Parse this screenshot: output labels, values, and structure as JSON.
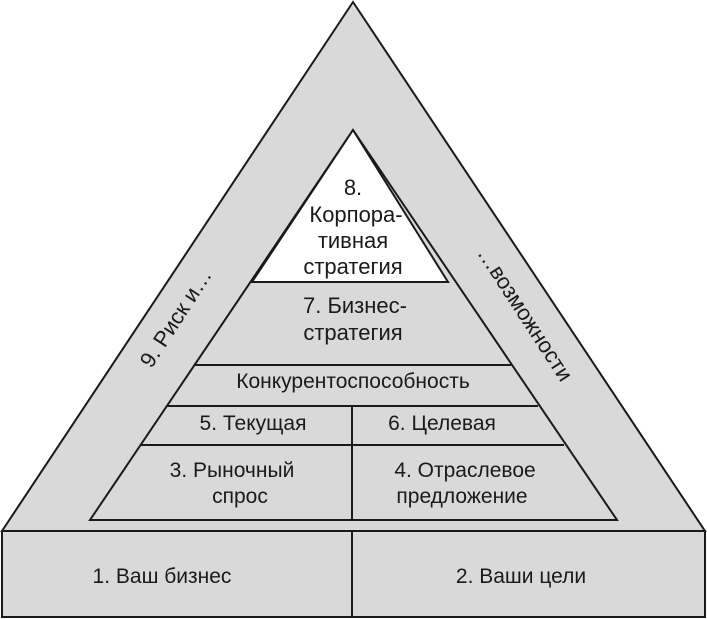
{
  "colors": {
    "fill_gray": "#d9d9d9",
    "fill_white": "#ffffff",
    "stroke": "#1a1a1a",
    "text": "#1a1a1a"
  },
  "diagram": {
    "top_level": {
      "number": "8.",
      "line1": "Корпора-",
      "line2": "тивная",
      "line3": "стратегия"
    },
    "business_strategy": {
      "line1": "7. Бизнес-",
      "line2": "стратегия"
    },
    "competitiveness": "Конкурентоспособность",
    "current": "5. Текущая",
    "target": "6. Целевая",
    "market_demand": {
      "line1": "3. Рыночный",
      "line2": "спрос"
    },
    "industry_supply": {
      "line1": "4. Отраслевое",
      "line2": "предложение"
    },
    "risk_side": "9. Риск и…",
    "opportunity_side": "…возможности",
    "your_business": "1. Ваш бизнес",
    "your_goals": "2. Ваши цели"
  }
}
